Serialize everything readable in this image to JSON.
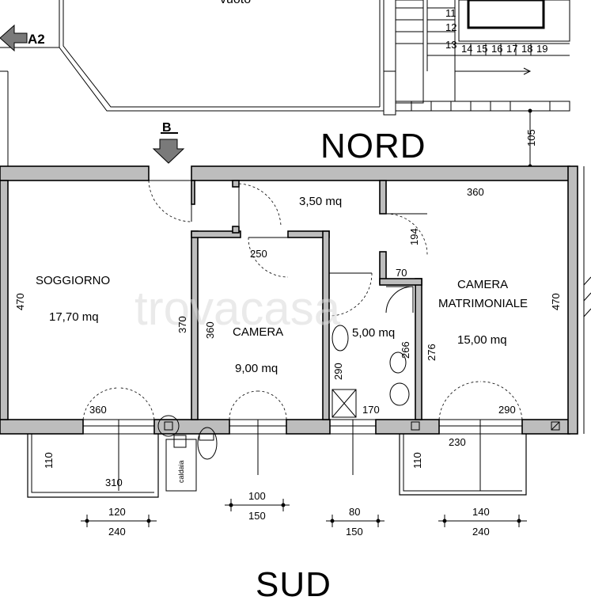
{
  "compass": {
    "north": "NORD",
    "south": "SUD"
  },
  "top_label_partial": "vuoto",
  "watermark": "trovacasa",
  "markers": {
    "a2": "A2",
    "b": "B"
  },
  "stair_numbers": [
    "11",
    "12",
    "13",
    "14",
    "15",
    "16",
    "17",
    "18",
    "19"
  ],
  "rooms": {
    "soggiorno": {
      "name": "SOGGIORNO",
      "area": "17,70 mq"
    },
    "disimpegno": {
      "area": "3,50 mq"
    },
    "camera": {
      "name": "CAMERA",
      "area": "9,00 mq"
    },
    "bagno": {
      "area": "5,00 mq"
    },
    "camera_matrimoniale": {
      "name_line1": "CAMERA",
      "name_line2": "MATRIMONIALE",
      "area": "15,00 mq"
    }
  },
  "caldaia": "caldaia",
  "dimensions": {
    "d105": "105",
    "d360_top": "360",
    "d194": "194",
    "d250": "250",
    "d70": "70",
    "d470_left": "470",
    "d470_right": "470",
    "d370": "370",
    "d360_camera": "360",
    "d290": "290",
    "d266": "266",
    "d276": "276",
    "d360_bottom": "360",
    "d170": "170",
    "d290_right": "290",
    "d230": "230",
    "d110_left": "110",
    "d110_right": "110",
    "d310": "310"
  },
  "windows": [
    {
      "top": "120",
      "bottom": "240"
    },
    {
      "top": "100",
      "bottom": "150"
    },
    {
      "top": "80",
      "bottom": "150"
    },
    {
      "top": "140",
      "bottom": "240"
    }
  ]
}
